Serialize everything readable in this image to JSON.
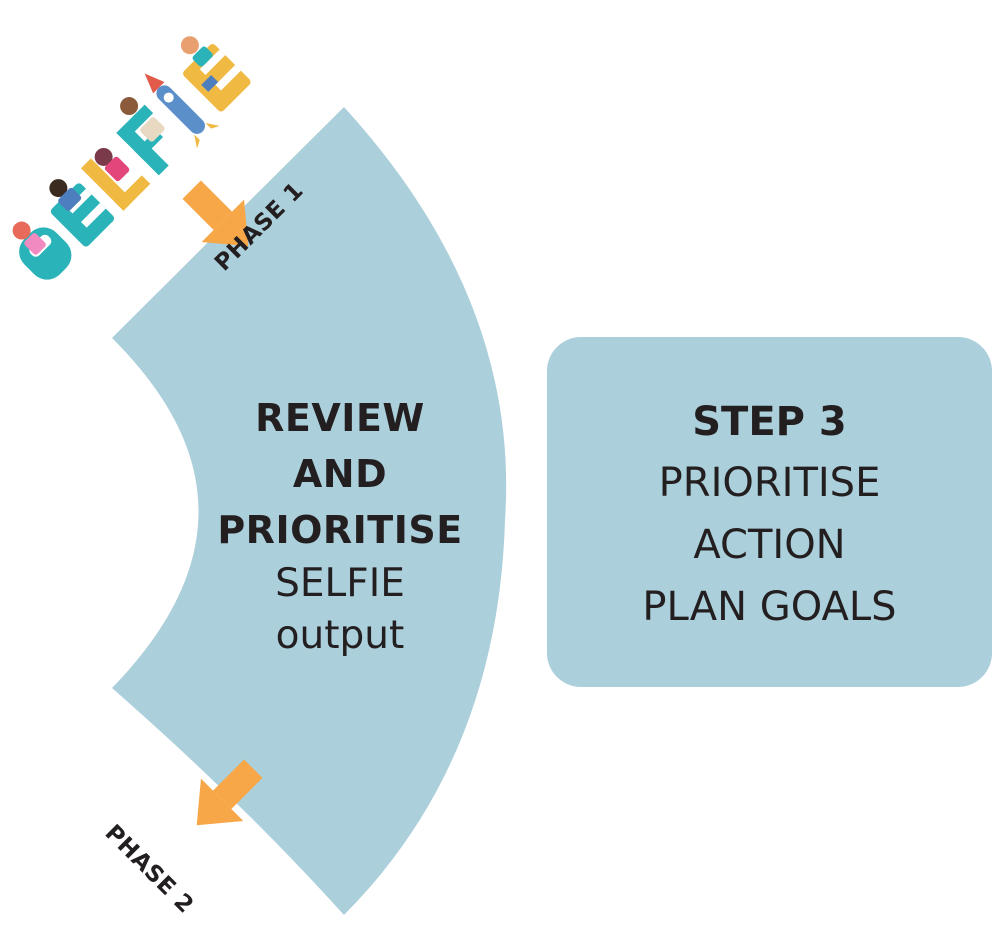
{
  "arc": {
    "line1": "REVIEW",
    "line2": "AND",
    "line3": "PRIORITISE",
    "line4": "SELFIE",
    "line5": "output"
  },
  "step_box": {
    "title": "STEP 3",
    "line1": "PRIORITISE",
    "line2": "ACTION",
    "line3": "PLAN GOALS"
  },
  "phases": {
    "phase1": "PHASE 1",
    "phase2": "PHASE 2"
  },
  "logo": {
    "text": "SELFIE"
  },
  "colors": {
    "arc_fill": "#abcfdb",
    "box_fill": "#abcfdb",
    "arrow": "#f7a648",
    "text": "#231f20"
  }
}
